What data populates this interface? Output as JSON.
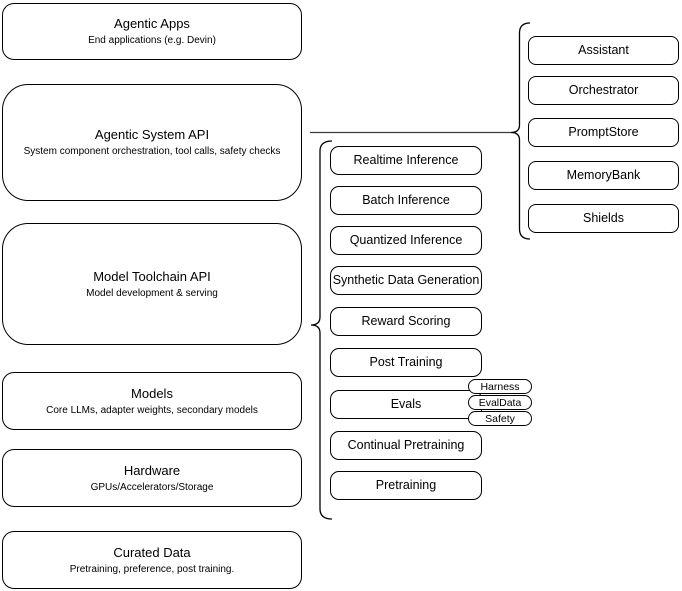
{
  "diagram": {
    "left_stack": [
      {
        "title": "Agentic Apps",
        "subtitle": "End applications (e.g. Devin)"
      },
      {
        "title": "Agentic System API",
        "subtitle": "System component orchestration, tool calls, safety checks"
      },
      {
        "title": "Model Toolchain API",
        "subtitle": "Model development & serving"
      },
      {
        "title": "Models",
        "subtitle": "Core LLMs, adapter weights, secondary models"
      },
      {
        "title": "Hardware",
        "subtitle": "GPUs/Accelerators/Storage"
      },
      {
        "title": "Curated Data",
        "subtitle": "Pretraining, preference, post training."
      }
    ],
    "toolchain_items": [
      "Realtime Inference",
      "Batch Inference",
      "Quantized Inference",
      "Synthetic Data Generation",
      "Reward Scoring",
      "Post Training",
      "Evals",
      "Continual Pretraining",
      "Pretraining"
    ],
    "eval_pills": [
      "Harness",
      "EvalData",
      "Safety"
    ],
    "system_components": [
      "Assistant",
      "Orchestrator",
      "PromptStore",
      "MemoryBank",
      "Shields"
    ],
    "colors": {
      "stroke": "#000000",
      "fill": "#ffffff",
      "background": "#ffffff",
      "text": "#000000"
    }
  }
}
